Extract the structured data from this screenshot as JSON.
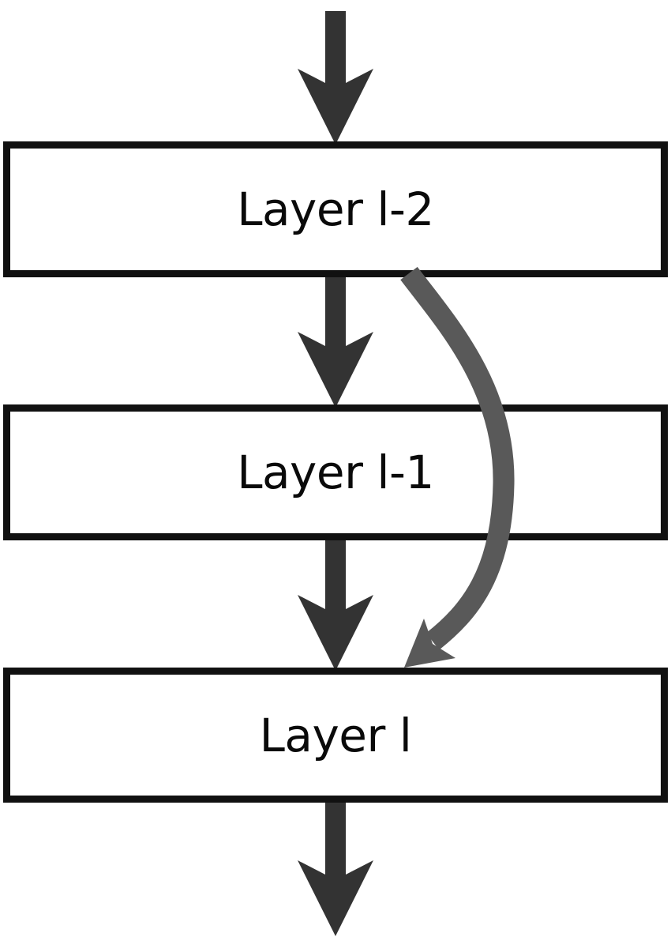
{
  "diagram": {
    "boxes": [
      {
        "label": "Layer l-2"
      },
      {
        "label": "Layer l-1"
      },
      {
        "label": "Layer l"
      }
    ],
    "colors": {
      "background": "#ffffff",
      "box_border": "#111111",
      "box_fill": "#ffffff",
      "label_text": "#0a0a0a",
      "flow_arrow": "#333333",
      "skip_arrow": "#595959"
    },
    "icons": {
      "flow_arrows": [
        "input-down-arrow-icon",
        "down-arrow-l2-to-l1-icon",
        "down-arrow-l1-to-l-icon",
        "output-down-arrow-icon"
      ],
      "skip_arrow": "skip-connection-curved-arrow-icon"
    }
  }
}
